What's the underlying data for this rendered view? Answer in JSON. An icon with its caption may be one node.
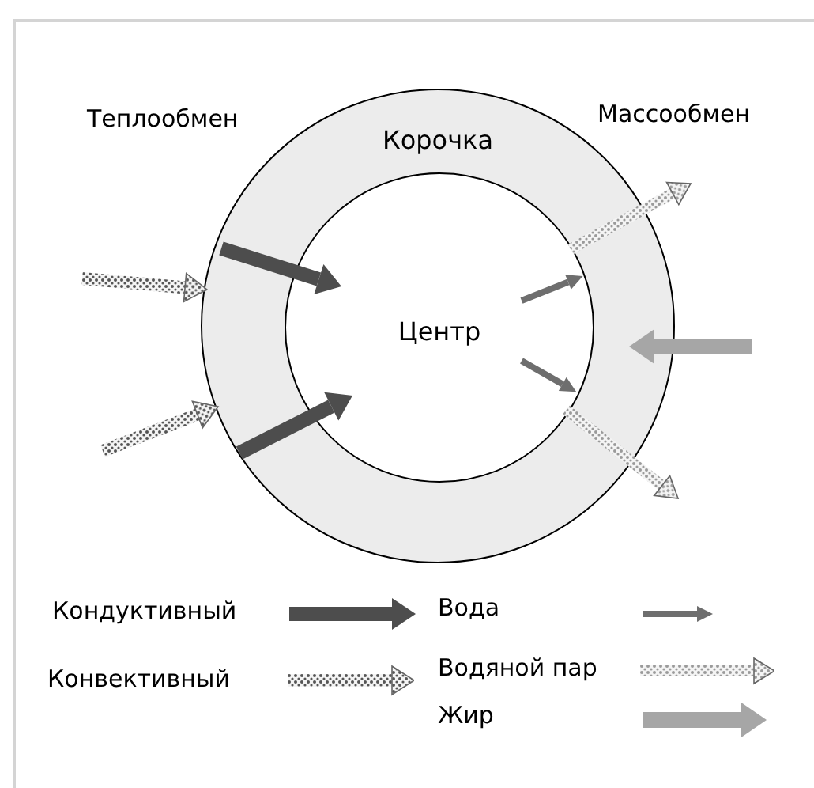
{
  "diagram": {
    "nodes": [
      {
        "text": [
          "Корочка"
        ]
      },
      {
        "text": [
          "Центр"
        ],
        "in": 0
      }
    ],
    "edges": [
      {
        "from": null,
        "to": 0,
        "arrow": "to",
        "style": "dashed",
        "color": "#555555"
      },
      {
        "from": null,
        "to": 0,
        "arrow": "to",
        "style": "dashed",
        "color": "#555555"
      },
      {
        "from": 0,
        "to": 1,
        "arrow": "to",
        "color": "#4d4d4d"
      },
      {
        "from": 0,
        "to": 1,
        "arrow": "to",
        "color": "#4d4d4d"
      },
      {
        "from": null,
        "to": 1,
        "arrow": "to",
        "color": "#6e6e6e"
      },
      {
        "from": null,
        "to": 1,
        "arrow": "to",
        "color": "#6e6e6e"
      },
      {
        "from": 1,
        "to": null,
        "arrow": "to",
        "style": "dashed",
        "color": "#9a9a9a"
      },
      {
        "from": 1,
        "to": null,
        "arrow": "to",
        "style": "dashed",
        "color": "#9a9a9a"
      },
      {
        "from": null,
        "to": 0,
        "arrow": "to",
        "color": "#a6a6a6"
      }
    ],
    "labels": [
      "Теплообмен",
      "Массообмен"
    ],
    "legend": [
      {
        "text": "Кондуктивный"
      },
      {
        "text": "Вода"
      },
      {
        "text": "Конвективный"
      },
      {
        "text": "Водяной пар"
      },
      {
        "text": "Жир"
      }
    ]
  }
}
